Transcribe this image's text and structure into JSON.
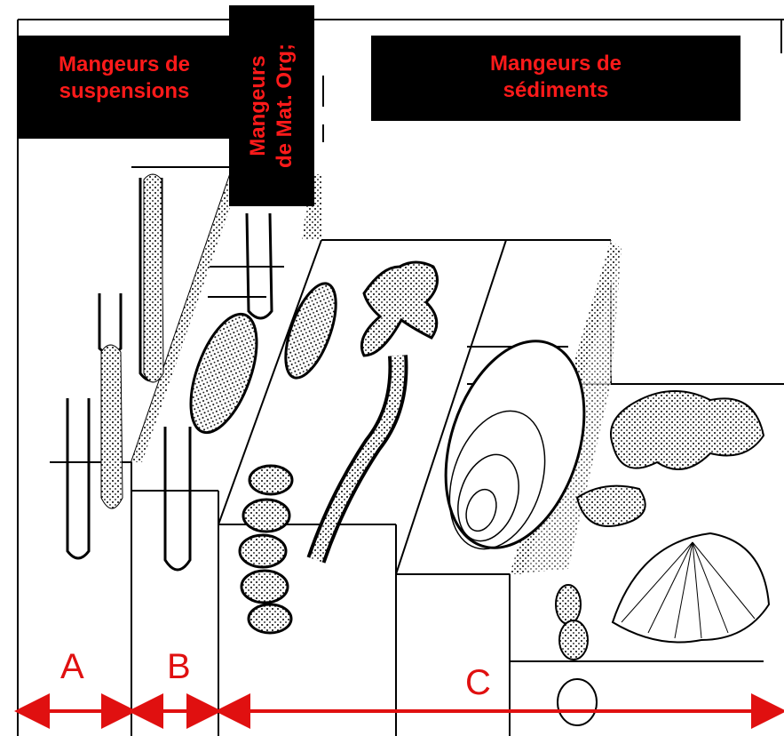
{
  "labels": {
    "suspension_feeders": {
      "line1": "Mangeurs de",
      "line2": "suspensions"
    },
    "organic_matter_feeders": {
      "line1": "Mangeurs",
      "line2": "de Mat. Org;"
    },
    "sediment_feeders": {
      "line1": "Mangeurs de",
      "line2": "sédiments"
    }
  },
  "zones": {
    "a": "A",
    "b": "B",
    "c": "C"
  },
  "colors": {
    "label_text": "#ff1a1a",
    "label_bg": "#000000",
    "arrow": "#e01010",
    "ink": "#000000"
  }
}
